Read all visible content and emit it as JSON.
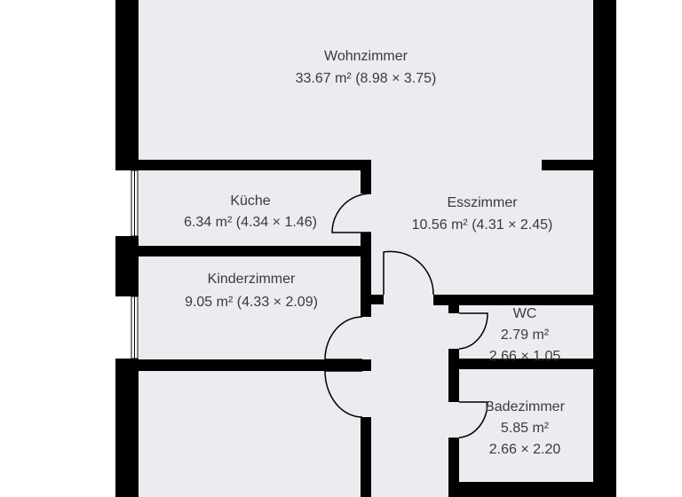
{
  "rooms": {
    "wohnzimmer": {
      "name": "Wohnzimmer",
      "size": "33.67 m² (8.98 × 3.75)"
    },
    "kueche": {
      "name": "Küche",
      "size": "6.34 m² (4.34 × 1.46)"
    },
    "esszimmer": {
      "name": "Esszimmer",
      "size": "10.56 m² (4.31 × 2.45)"
    },
    "kinderzimmer": {
      "name": "Kinderzimmer",
      "size": "9.05 m² (4.33 × 2.09)"
    },
    "wc": {
      "name": "WC",
      "area": "2.79 m²",
      "dims": "2.66 × 1.05"
    },
    "badezimmer": {
      "name": "Badezimmer",
      "area": "5.85 m²",
      "dims": "2.66 × 2.20"
    }
  },
  "colors": {
    "floor": "#ececf0",
    "wall": "#000000",
    "text": "#3a3a3a"
  }
}
